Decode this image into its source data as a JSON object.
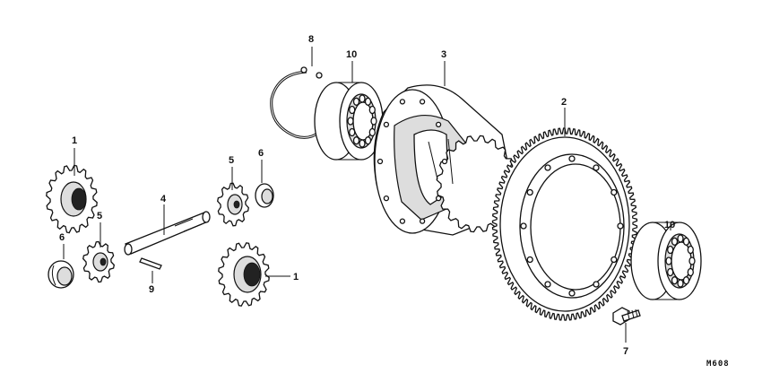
{
  "callouts": {
    "c1a": "1",
    "c1b": "1",
    "c2": "2",
    "c3": "3",
    "c4": "4",
    "c5a": "5",
    "c5b": "5",
    "c6a": "6",
    "c6b": "6",
    "c7": "7",
    "c8": "8",
    "c9": "9",
    "c10a": "10",
    "c10b": "10"
  },
  "diagram_code": "M608"
}
